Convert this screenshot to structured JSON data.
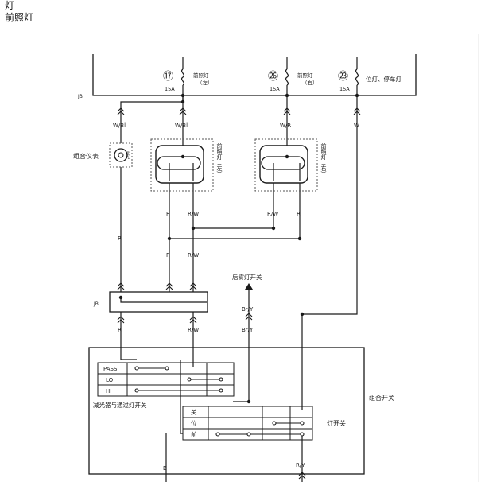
{
  "header": {
    "title": "灯",
    "subtitle": "前照灯"
  },
  "fuses": [
    {
      "number": "⑰",
      "label_line1": "前照灯",
      "label_line2": "（左）",
      "rating": "15A"
    },
    {
      "number": "㉖",
      "label_line1": "前照灯",
      "label_line2": "（右）",
      "rating": "15A"
    },
    {
      "number": "㉓",
      "label_line1": "位灯、停车灯",
      "rating": "15A"
    }
  ],
  "junction_labels": {
    "top": "JB",
    "middle": "JB"
  },
  "wire_colors": {
    "w_bl": "W/Bl",
    "w_bl_2": "W/Bl",
    "w_r": "W/R",
    "w": "W",
    "r_lamp_l": "R",
    "rw_lamp_l": "R/W",
    "rw_lamp_r": "R/W",
    "r_lamp_r": "R",
    "r_mid": "R",
    "r_low": "R",
    "rw_low": "R/W",
    "r_jb": "R",
    "rw_jb": "R/W",
    "bry_top": "Br/Y",
    "bry_bottom": "Br/Y",
    "ry": "R/Y",
    "b": "B"
  },
  "components": {
    "combo_meter": "组合仪表",
    "indicator": "远光",
    "headlamp_left": "前照灯（左）",
    "headlamp_right": "前照灯（右）",
    "rear_fog_switch": "后雾灯开关",
    "combination_switch": "组合开关",
    "dimmer_switch": "减光器与通过灯开关",
    "light_switch": "灯开关"
  },
  "dimmer_rows": [
    "PASS",
    "LO",
    "HI"
  ],
  "light_rows": [
    "关",
    "位",
    "前"
  ],
  "colors": {
    "line": "#1a1a1a",
    "background": "#ffffff",
    "dashed": "#555555"
  }
}
